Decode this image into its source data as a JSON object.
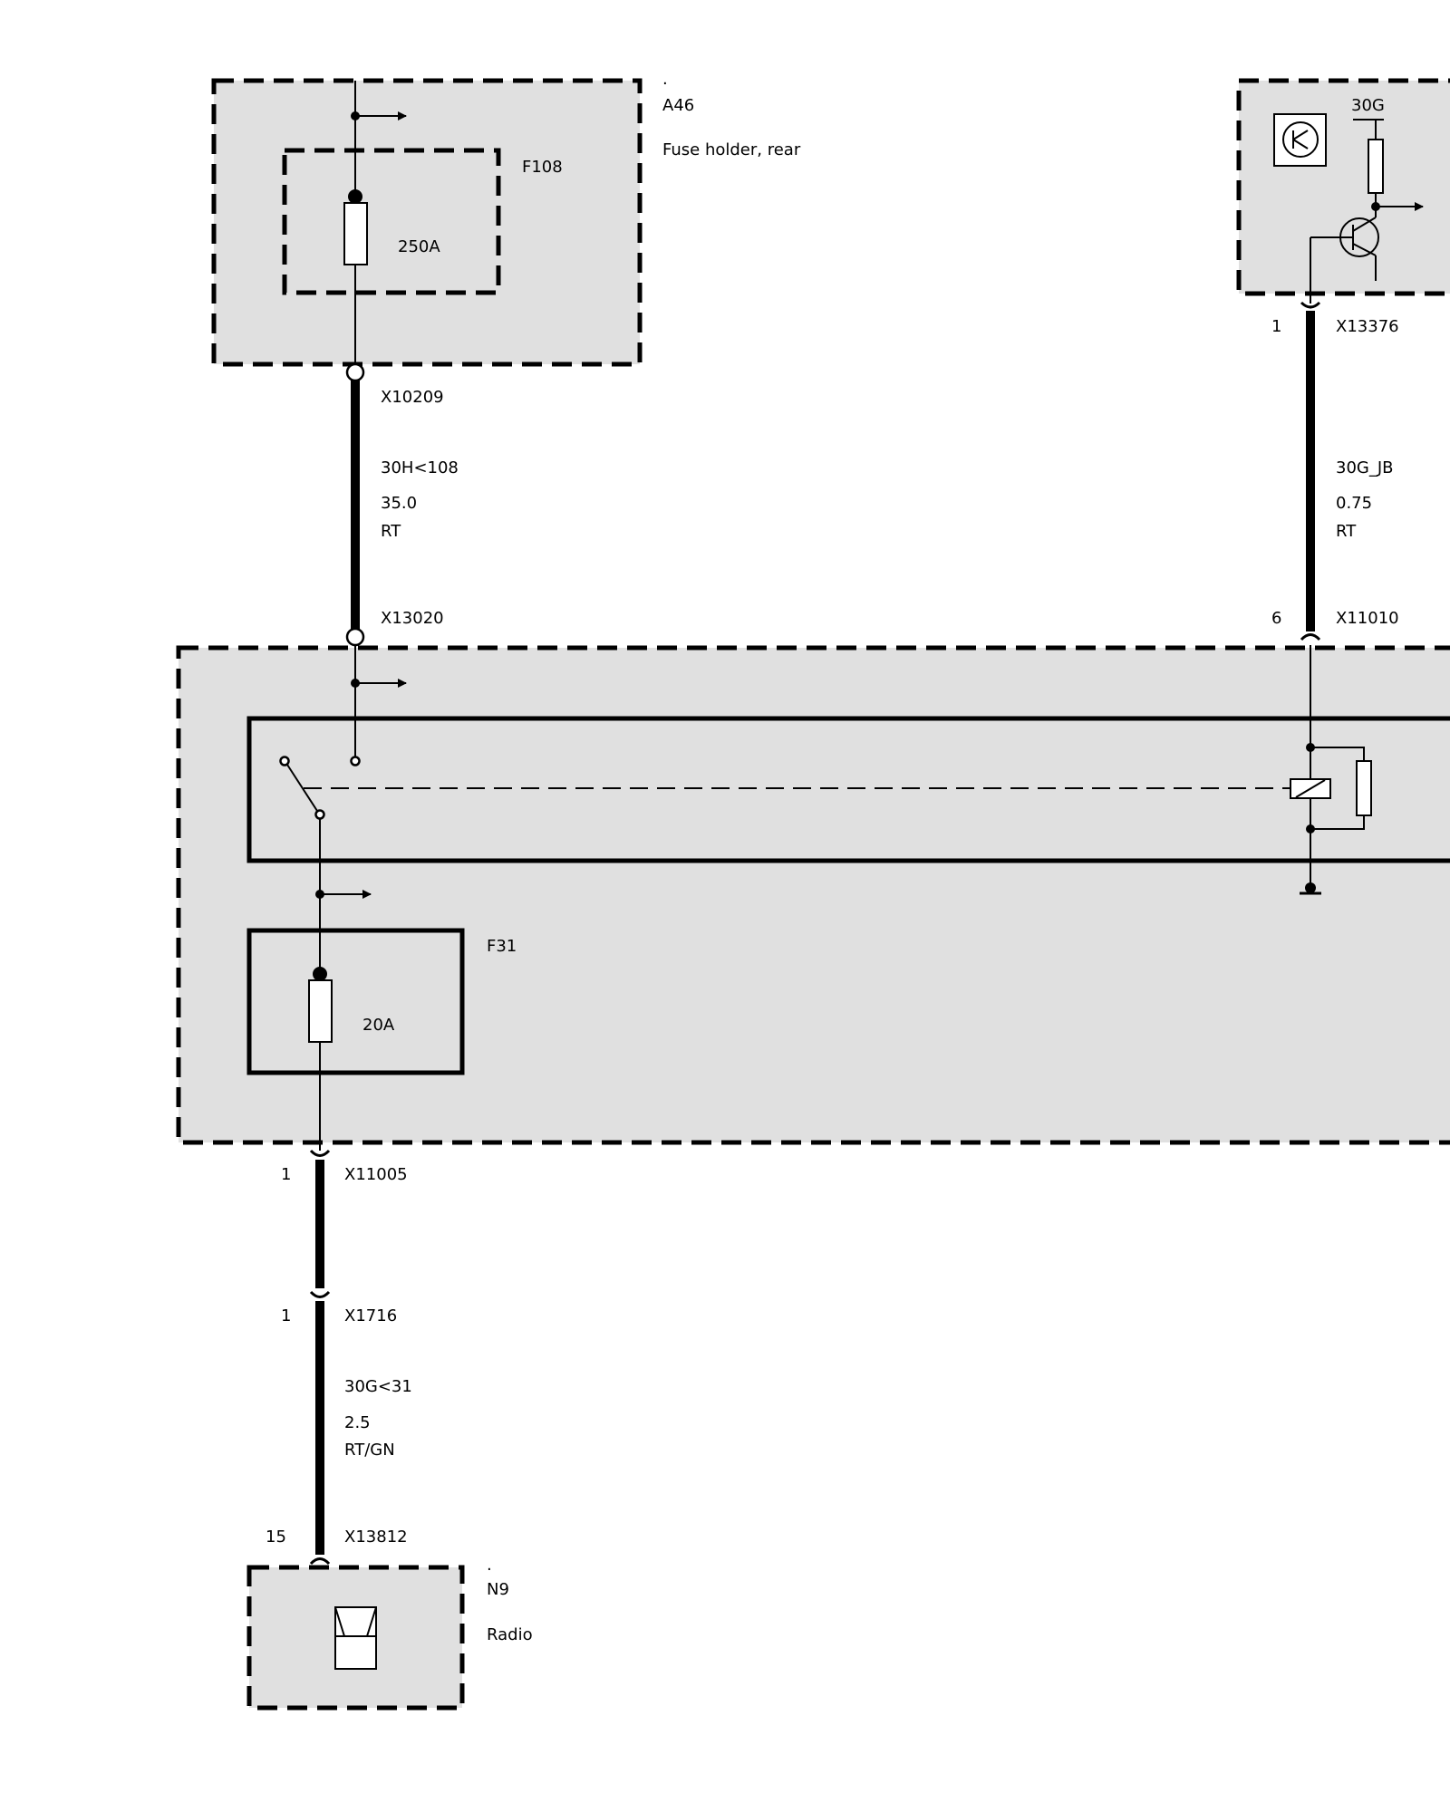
{
  "components": {
    "a46": {
      "marker": ".",
      "id": "A46",
      "name": "Fuse holder, rear"
    },
    "f108": {
      "id": "F108",
      "rating": "250A"
    },
    "n9": {
      "marker": ".",
      "id": "N9",
      "name": "Radio"
    },
    "f31": {
      "id": "F31",
      "rating": "20A"
    },
    "control_module": {
      "supply_label": "30G"
    }
  },
  "connectors": {
    "x10209": {
      "id": "X10209"
    },
    "x13020": {
      "id": "X13020"
    },
    "x13376": {
      "id": "X13376",
      "pin": "1"
    },
    "x11010": {
      "id": "X11010",
      "pin": "6"
    },
    "x11005": {
      "id": "X11005",
      "pin": "1"
    },
    "x1716": {
      "id": "X1716",
      "pin": "1"
    },
    "x13812": {
      "id": "X13812",
      "pin": "15"
    }
  },
  "wires": {
    "w1": {
      "signal": "30H<108",
      "gauge": "35.0",
      "color": "RT"
    },
    "w2": {
      "signal": "30G_JB",
      "gauge": "0.75",
      "color": "RT"
    },
    "w3": {
      "signal": "30G<31",
      "gauge": "2.5",
      "color": "RT/GN"
    }
  }
}
